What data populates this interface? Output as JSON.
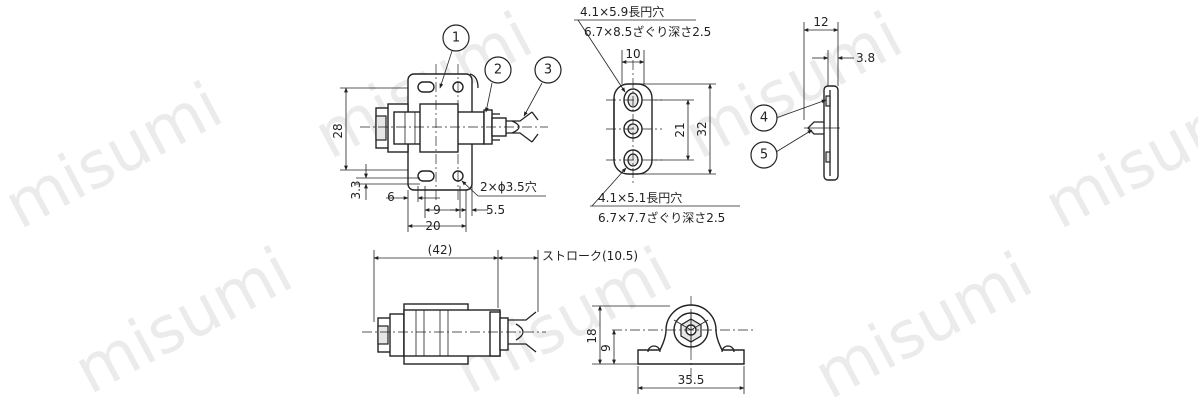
{
  "watermark": "misumi",
  "balloons": [
    "1",
    "2",
    "3",
    "4",
    "5"
  ],
  "top_view": {
    "dim_height": "28",
    "dim_offset_3_3": "3.3",
    "dim_6": "6",
    "dim_9": "9",
    "dim_20": "20",
    "dim_5_5": "5.5",
    "hole_note": "2×ϕ3.5穴"
  },
  "plate_view": {
    "note_upper_1": "4.1×5.9長円穴",
    "note_upper_2": "6.7×8.5ざぐり深さ2.5",
    "dim_width": "10",
    "dim_pitch": "21",
    "dim_length": "32",
    "note_lower_1": "4.1×5.1長円穴",
    "note_lower_2": "6.7×7.7ざぐり深さ2.5"
  },
  "side_view": {
    "dim_12": "12",
    "dim_3_8": "3.8"
  },
  "bottom_view": {
    "dim_total": "(42)",
    "stroke_label": "ストローク(10.5)"
  },
  "end_view": {
    "dim_18": "18",
    "dim_9": "9",
    "dim_35_5": "35.5"
  }
}
